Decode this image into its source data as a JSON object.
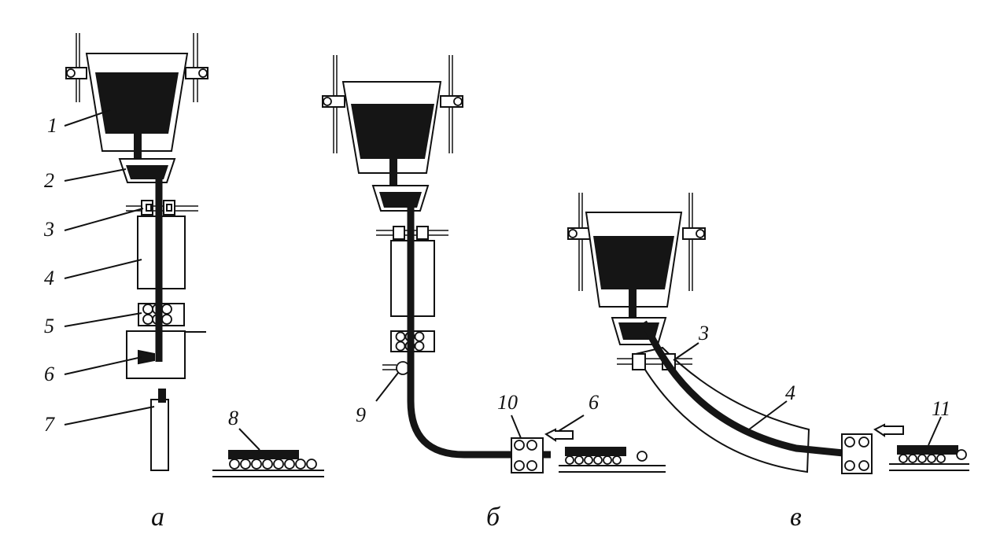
{
  "labels": {
    "l1": "1",
    "l2": "2",
    "l3": "3",
    "l4": "4",
    "l5": "5",
    "l6": "6",
    "l7": "7",
    "l8": "8",
    "l9": "9",
    "l10": "10",
    "l6b": "6",
    "l3c": "3",
    "l4c": "4",
    "l11": "11"
  },
  "captions": {
    "a": "а",
    "b": "б",
    "c": "в"
  }
}
